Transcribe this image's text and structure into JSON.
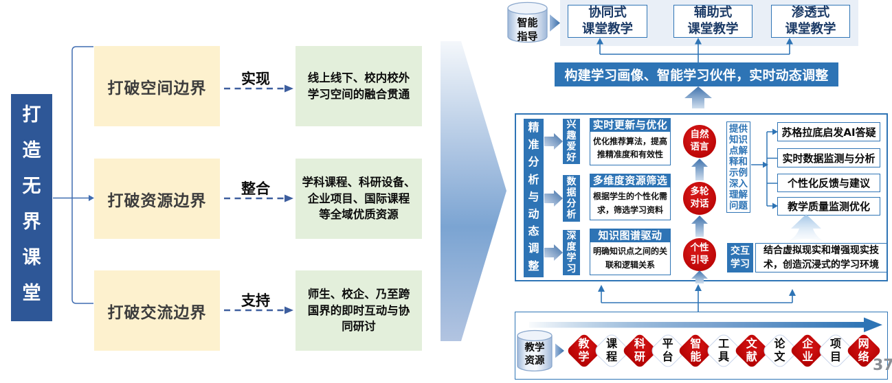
{
  "palette": {
    "primary_blue": "#2e74b5",
    "dark_blue": "#2e5797",
    "navy_text": "#1b3a66",
    "yellow_box": "#fdf1ce",
    "green_box": "#e3efdb",
    "light_panel": "#e9eff7",
    "red": "#c00000",
    "dashed_line": "#3d5e9e",
    "gray_page_num": "#8a8e94"
  },
  "left": {
    "root": "打造无界课堂",
    "rows": [
      {
        "boundary": "打破空间边界",
        "relation": "实现",
        "result": "线上线下、校内校外\n学习空间的融合贯通"
      },
      {
        "boundary": "打破资源边界",
        "relation": "整合",
        "result": "学科课程、科研设备、\n企业项目、国际课程\n等全域优质资源"
      },
      {
        "boundary": "打破交流边界",
        "relation": "支持",
        "result": "师生、校企、乃至跨\n国界的即时互动与协\n同研讨"
      }
    ]
  },
  "teaching_modes": {
    "source": "智能\n指导",
    "items": [
      {
        "label": "协同式\n课堂教学"
      },
      {
        "label": "辅助式\n课堂教学"
      },
      {
        "label": "渗透式\n课堂教学"
      }
    ]
  },
  "banner": "构建学习画像、智能学习伙伴，实时动态调整",
  "analysis_panel": {
    "axis": "精准分析与动态调整",
    "factors": [
      {
        "tag": "兴趣爱好",
        "title": "实时更新与优化",
        "desc": "优化推荐算法，提高\n推精准度和有效性"
      },
      {
        "tag": "数据分析",
        "title": "多维度资源筛选",
        "desc": "根据学生的个性化需\n求，筛选学习资料"
      },
      {
        "tag": "深度学习",
        "title": "知识图谱驱动",
        "desc": "明确知识点之间的关\n联和逻辑关系"
      }
    ],
    "dialogue_steps": [
      {
        "label": "自然\n语言"
      },
      {
        "label": "多轮\n对话"
      },
      {
        "label": "个性\n引导"
      }
    ],
    "bridge": "提供\n知识\n点解\n释和\n示例\n深入\n理解\n问题",
    "ai_functions": [
      {
        "label": "苏格拉底启发AI答疑"
      },
      {
        "label": "实时数据监测与分析"
      },
      {
        "label": "个性化反馈与建议"
      },
      {
        "label": "教学质量监测优化"
      }
    ],
    "interaction": {
      "tag": "交互\n学习",
      "desc": "结合虚拟现实和增强现实技\n术，创造沉浸式的学习环境"
    }
  },
  "resources_panel": {
    "source": "教学\n资源",
    "items": [
      {
        "label": "教\n学",
        "color": "red"
      },
      {
        "label": "课\n程",
        "color": "white"
      },
      {
        "label": "科\n研",
        "color": "red"
      },
      {
        "label": "平\n台",
        "color": "white"
      },
      {
        "label": "智\n能",
        "color": "red"
      },
      {
        "label": "工\n具",
        "color": "white"
      },
      {
        "label": "文\n献",
        "color": "red"
      },
      {
        "label": "论\n文",
        "color": "white"
      },
      {
        "label": "企\n业",
        "color": "red"
      },
      {
        "label": "项\n目",
        "color": "white"
      },
      {
        "label": "网\n络",
        "color": "red"
      }
    ]
  },
  "page_number": "37"
}
